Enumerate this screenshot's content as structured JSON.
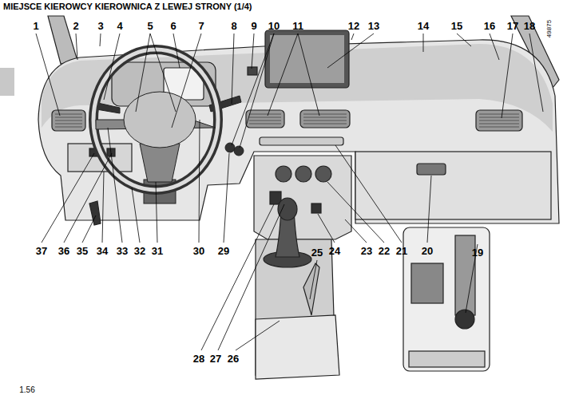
{
  "diagram": {
    "title": "MIEJSCE KIEROWCY KIEROWNICA Z LEWEJ STRONY (1/4)",
    "labels": [
      "1",
      "2",
      "3",
      "4",
      "5",
      "6",
      "7",
      "8",
      "9",
      "10",
      "11",
      "12",
      "13",
      "14",
      "15",
      "16",
      "17",
      "18",
      "37",
      "36",
      "35",
      "34",
      "33",
      "32",
      "31",
      "30",
      "29",
      "25",
      "24",
      "23",
      "22",
      "21",
      "20",
      "19",
      "28",
      "27",
      "26",
      "49875",
      "1.56"
    ]
  }
}
